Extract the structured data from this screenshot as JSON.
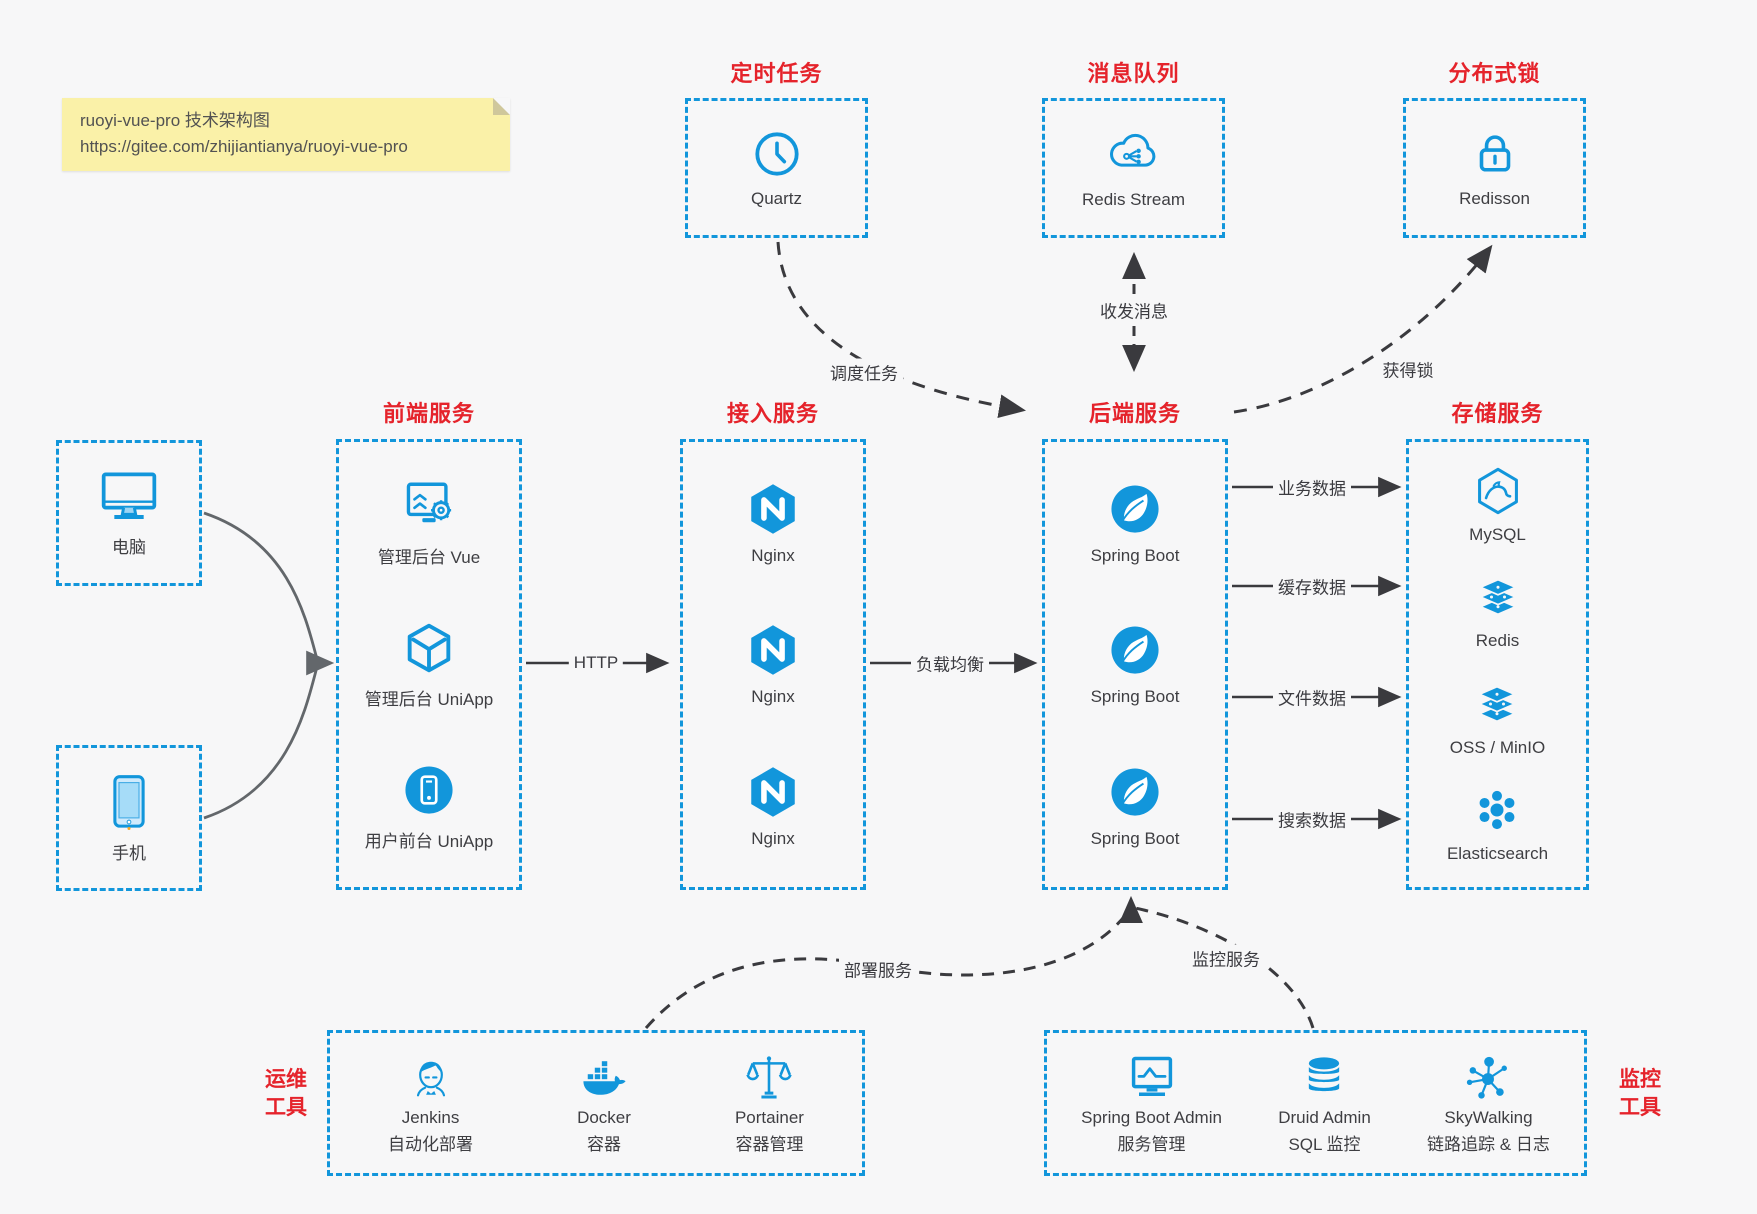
{
  "note": {
    "line1": "ruoyi-vue-pro 技术架构图",
    "line2": "https://gitee.com/zhijiantianya/ruoyi-vue-pro"
  },
  "colors": {
    "accent": "#1296db",
    "group_title": "#e5232b",
    "background": "#f7f7f8"
  },
  "groups": {
    "timer": {
      "title": "定时任务",
      "items": [
        {
          "label": "Quartz",
          "icon": "clock-icon"
        }
      ]
    },
    "mq": {
      "title": "消息队列",
      "items": [
        {
          "label": "Redis Stream",
          "icon": "cloud-stream-icon"
        }
      ]
    },
    "lock": {
      "title": "分布式锁",
      "items": [
        {
          "label": "Redisson",
          "icon": "lock-icon"
        }
      ]
    },
    "clients": {
      "items": [
        {
          "label": "电脑",
          "icon": "desktop-icon"
        },
        {
          "label": "手机",
          "icon": "mobile-icon"
        }
      ]
    },
    "frontend": {
      "title": "前端服务",
      "items": [
        {
          "label": "管理后台 Vue",
          "icon": "admin-screen-gear-icon"
        },
        {
          "label": "管理后台 UniApp",
          "icon": "cube-icon"
        },
        {
          "label": "用户前台 UniApp",
          "icon": "phone-circle-icon"
        }
      ]
    },
    "gateway": {
      "title": "接入服务",
      "items": [
        {
          "label": "Nginx",
          "icon": "nginx-icon"
        },
        {
          "label": "Nginx",
          "icon": "nginx-icon"
        },
        {
          "label": "Nginx",
          "icon": "nginx-icon"
        }
      ]
    },
    "backend": {
      "title": "后端服务",
      "items": [
        {
          "label": "Spring Boot",
          "icon": "spring-leaf-icon"
        },
        {
          "label": "Spring Boot",
          "icon": "spring-leaf-icon"
        },
        {
          "label": "Spring Boot",
          "icon": "spring-leaf-icon"
        }
      ]
    },
    "storage": {
      "title": "存储服务",
      "items": [
        {
          "label": "MySQL",
          "icon": "mysql-dolphin-icon"
        },
        {
          "label": "Redis",
          "icon": "layers-stack-icon"
        },
        {
          "label": "OSS / MinIO",
          "icon": "layers-stack-icon"
        },
        {
          "label": "Elasticsearch",
          "icon": "cluster-icon"
        }
      ]
    },
    "ops": {
      "title_line1": "运维",
      "title_line2": "工具",
      "items": [
        {
          "name": "Jenkins",
          "desc": "自动化部署",
          "icon": "jenkins-butler-icon"
        },
        {
          "name": "Docker",
          "desc": "容器",
          "icon": "docker-whale-icon"
        },
        {
          "name": "Portainer",
          "desc": "容器管理",
          "icon": "scales-icon"
        }
      ]
    },
    "monitoring": {
      "title_line1": "监控",
      "title_line2": "工具",
      "items": [
        {
          "name": "Spring Boot Admin",
          "desc": "服务管理",
          "icon": "monitor-chart-icon"
        },
        {
          "name": "Druid Admin",
          "desc": "SQL 监控",
          "icon": "database-icon"
        },
        {
          "name": "SkyWalking",
          "desc": "链路追踪 & 日志",
          "icon": "topology-icon"
        }
      ]
    }
  },
  "edges": {
    "http": "HTTP",
    "load_balance": "负载均衡",
    "schedule_task": "调度任务",
    "send_receive_message": "收发消息",
    "acquire_lock": "获得锁",
    "business_data": "业务数据",
    "cache_data": "缓存数据",
    "file_data": "文件数据",
    "search_data": "搜索数据",
    "deploy_service": "部署服务",
    "monitor_service": "监控服务"
  }
}
